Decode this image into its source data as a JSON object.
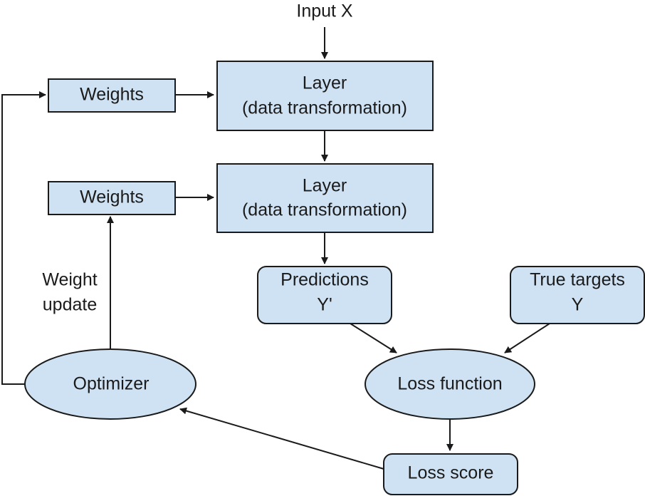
{
  "input_label": "Input X",
  "layer1": {
    "title": "Layer",
    "subtitle": "(data transformation)"
  },
  "layer2": {
    "title": "Layer",
    "subtitle": "(data transformation)"
  },
  "weights1": "Weights",
  "weights2": "Weights",
  "weight_update": {
    "line1": "Weight",
    "line2": "update"
  },
  "predictions": {
    "line1": "Predictions",
    "line2": "Y'"
  },
  "true_targets": {
    "line1": "True targets",
    "line2": "Y"
  },
  "loss_function": "Loss function",
  "optimizer": "Optimizer",
  "loss_score": "Loss score",
  "colors": {
    "node_fill": "#cfe2f3",
    "stroke": "#1a1a1a",
    "text": "#1a1a1a"
  }
}
